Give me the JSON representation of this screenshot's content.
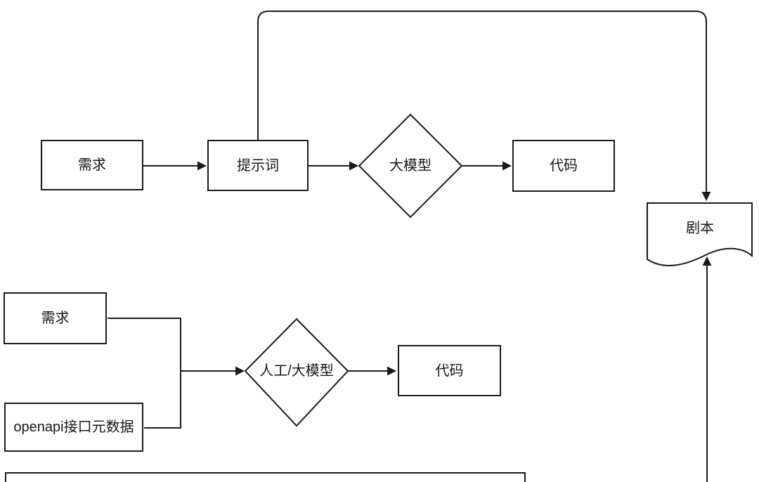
{
  "diagram": {
    "background": "#ffffff",
    "stroke_color": "#1a1a1a",
    "flow_top": {
      "requirement_label": "需求",
      "prompt_label": "提示词",
      "model_label": "大模型",
      "code_label": "代码"
    },
    "flow_bottom": {
      "requirement_label": "需求",
      "openapi_label": "openapi接口元数据",
      "model_label": "人工/大模型",
      "code_label": "代码"
    },
    "output_document": {
      "label": "剧本"
    }
  }
}
